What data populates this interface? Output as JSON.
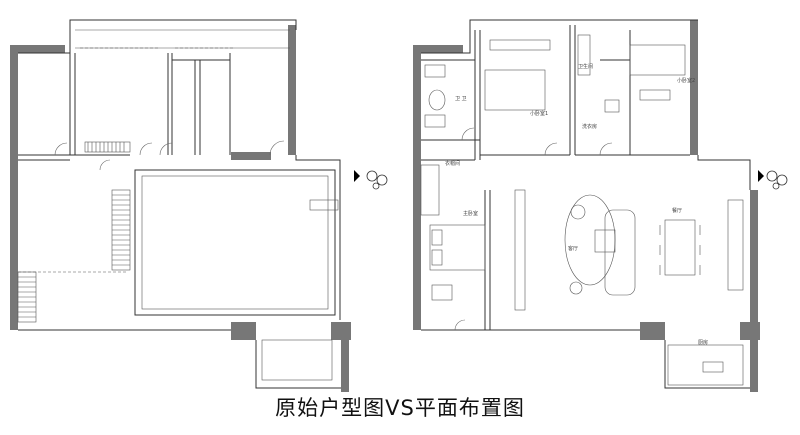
{
  "caption": "原始户型图VS平面布置图",
  "plan_right": {
    "rooms": [
      {
        "key": "bedroom_secondary_1",
        "label": "小卧室1"
      },
      {
        "key": "bathroom_1",
        "label": "卫 卫"
      },
      {
        "key": "bathroom_2",
        "label": "卫生间"
      },
      {
        "key": "bedroom_secondary_2",
        "label": "小卧室2"
      },
      {
        "key": "cloakroom",
        "label": "衣帽间"
      },
      {
        "key": "laundry",
        "label": "洗衣房"
      },
      {
        "key": "master_bedroom",
        "label": "主卧室"
      },
      {
        "key": "living_room",
        "label": "客厅"
      },
      {
        "key": "dining_room",
        "label": "餐厅"
      },
      {
        "key": "kitchen",
        "label": "厨房"
      }
    ]
  },
  "colors": {
    "wall": "#777777",
    "line": "#333333",
    "background": "#ffffff"
  },
  "icons": [
    "entrance-person-icon-left",
    "entrance-arrow-icon-left",
    "entrance-person-icon-right",
    "entrance-arrow-icon-right"
  ]
}
